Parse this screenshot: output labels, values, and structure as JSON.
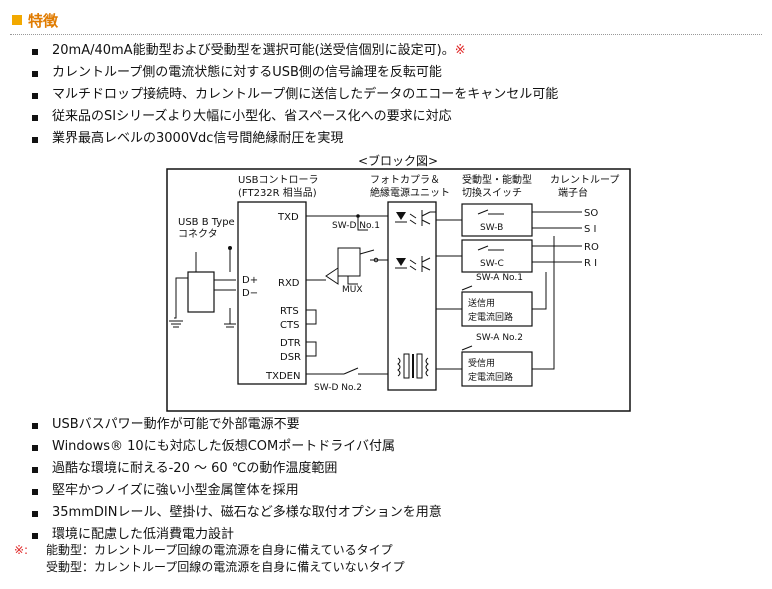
{
  "header": {
    "title": "特徴"
  },
  "features_top": [
    "20mA/40mA能動型および受動型を選択可能(送受信個別に設定可)。",
    "カレントループ側の電流状態に対するUSB側の信号論理を反転可能",
    "マルチドロップ接続時、カレントループ側に送信したデータのエコーをキャンセル可能",
    "従来品のSIシリーズより大幅に小型化、省スペース化への要求に対応",
    "業界最高レベルの3000Vdc信号間絶縁耐圧を実現"
  ],
  "feature_note_mark": "※",
  "block_diagram": {
    "caption": "<ブロック図>",
    "usb_connector": [
      "USB B Type",
      "コネクタ"
    ],
    "usb_controller": [
      "USBコントローラ",
      "(FT232R 相当品)"
    ],
    "photocoupler": [
      "フォトカプラ＆",
      "絶縁電源ユニット"
    ],
    "switch_block": [
      "受動型・能動型",
      "切換スイッチ"
    ],
    "current_loop": [
      "カレントループ",
      "端子台"
    ],
    "pins": [
      "TXD",
      "RXD",
      "RTS",
      "CTS",
      "DTR",
      "DSR",
      "TXDEN"
    ],
    "dplus": "D+",
    "dminus": "D−",
    "sw_d1": "SW-D No.1",
    "sw_d2": "SW-D No.2",
    "mux": "MUX",
    "sw_b": "SW-B",
    "sw_c": "SW-C",
    "sw_a1": "SW-A No.1",
    "sw_a2": "SW-A No.2",
    "tx_circuit": [
      "送信用",
      "定電流回路"
    ],
    "rx_circuit": [
      "受信用",
      "定電流回路"
    ],
    "terminals": [
      "SO",
      "S I",
      "RO",
      "R I"
    ]
  },
  "features_bottom": [
    "USBバスパワー動作が可能で外部電源不要",
    "Windows® 10にも対応した仮想COMポートドライバ付属",
    "過酷な環境に耐える-20 ～ 60 ℃の動作温度範囲",
    "堅牢かつノイズに強い小型金属筐体を採用",
    "35mmDINレール、壁掛け、磁石など多様な取付オプションを用意",
    "環境に配慮した低消費電力設計"
  ],
  "note": {
    "mark": "※:",
    "line1": "能動型：カレントループ回線の電流源を自身に備えているタイプ",
    "line2": "受動型：カレントループ回線の電流源を自身に備えていないタイプ"
  },
  "colors": {
    "accent": "#e07b00",
    "note": "#e02a2a"
  }
}
